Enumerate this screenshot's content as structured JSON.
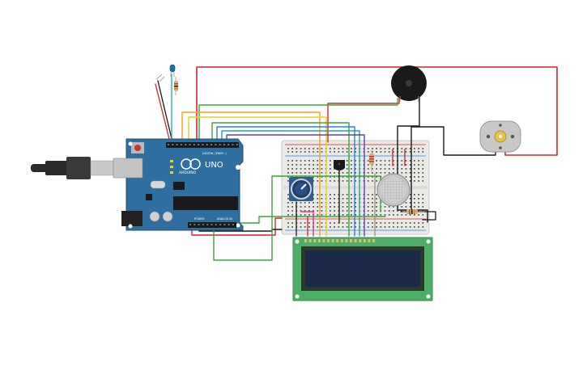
{
  "arduino": {
    "logo_text": "UNO",
    "brand_text": "ARDUINO",
    "digital_label": "DIGITAL (PWM~)",
    "power_label": "POWER",
    "analog_label": "ANALOG IN",
    "pcb_color": "#2f6f9f"
  },
  "colors": {
    "wire_red": "#d5242c",
    "wire_black": "#1a1a1a",
    "wire_green": "#3aa63a",
    "wire_orange": "#f0a020",
    "wire_yellow": "#e8d020",
    "wire_blue": "#2f7fe0",
    "wire_teal": "#1fa6a6",
    "wire_purple": "#6a3fb0",
    "wire_pink": "#d03a8a",
    "lcd_pcb": "#4caf65",
    "lcd_screen": "#1b2a4a",
    "breadboard": "#e9e9e6"
  },
  "components": [
    {
      "id": "arduino",
      "icon": "arduino-uno-board"
    },
    {
      "id": "breadboard",
      "icon": "breadboard"
    },
    {
      "id": "lcd",
      "icon": "lcd-16x2-display"
    },
    {
      "id": "buzzer",
      "icon": "piezo-buzzer-icon"
    },
    {
      "id": "motor",
      "icon": "dc-motor-icon"
    },
    {
      "id": "potentiometer",
      "icon": "potentiometer-icon"
    },
    {
      "id": "gas_sensor",
      "icon": "gas-sensor-icon"
    },
    {
      "id": "temp_sensor",
      "icon": "temperature-sensor-icon"
    },
    {
      "id": "led",
      "icon": "blue-led-icon"
    },
    {
      "id": "usb",
      "icon": "usb-cable-icon"
    }
  ]
}
